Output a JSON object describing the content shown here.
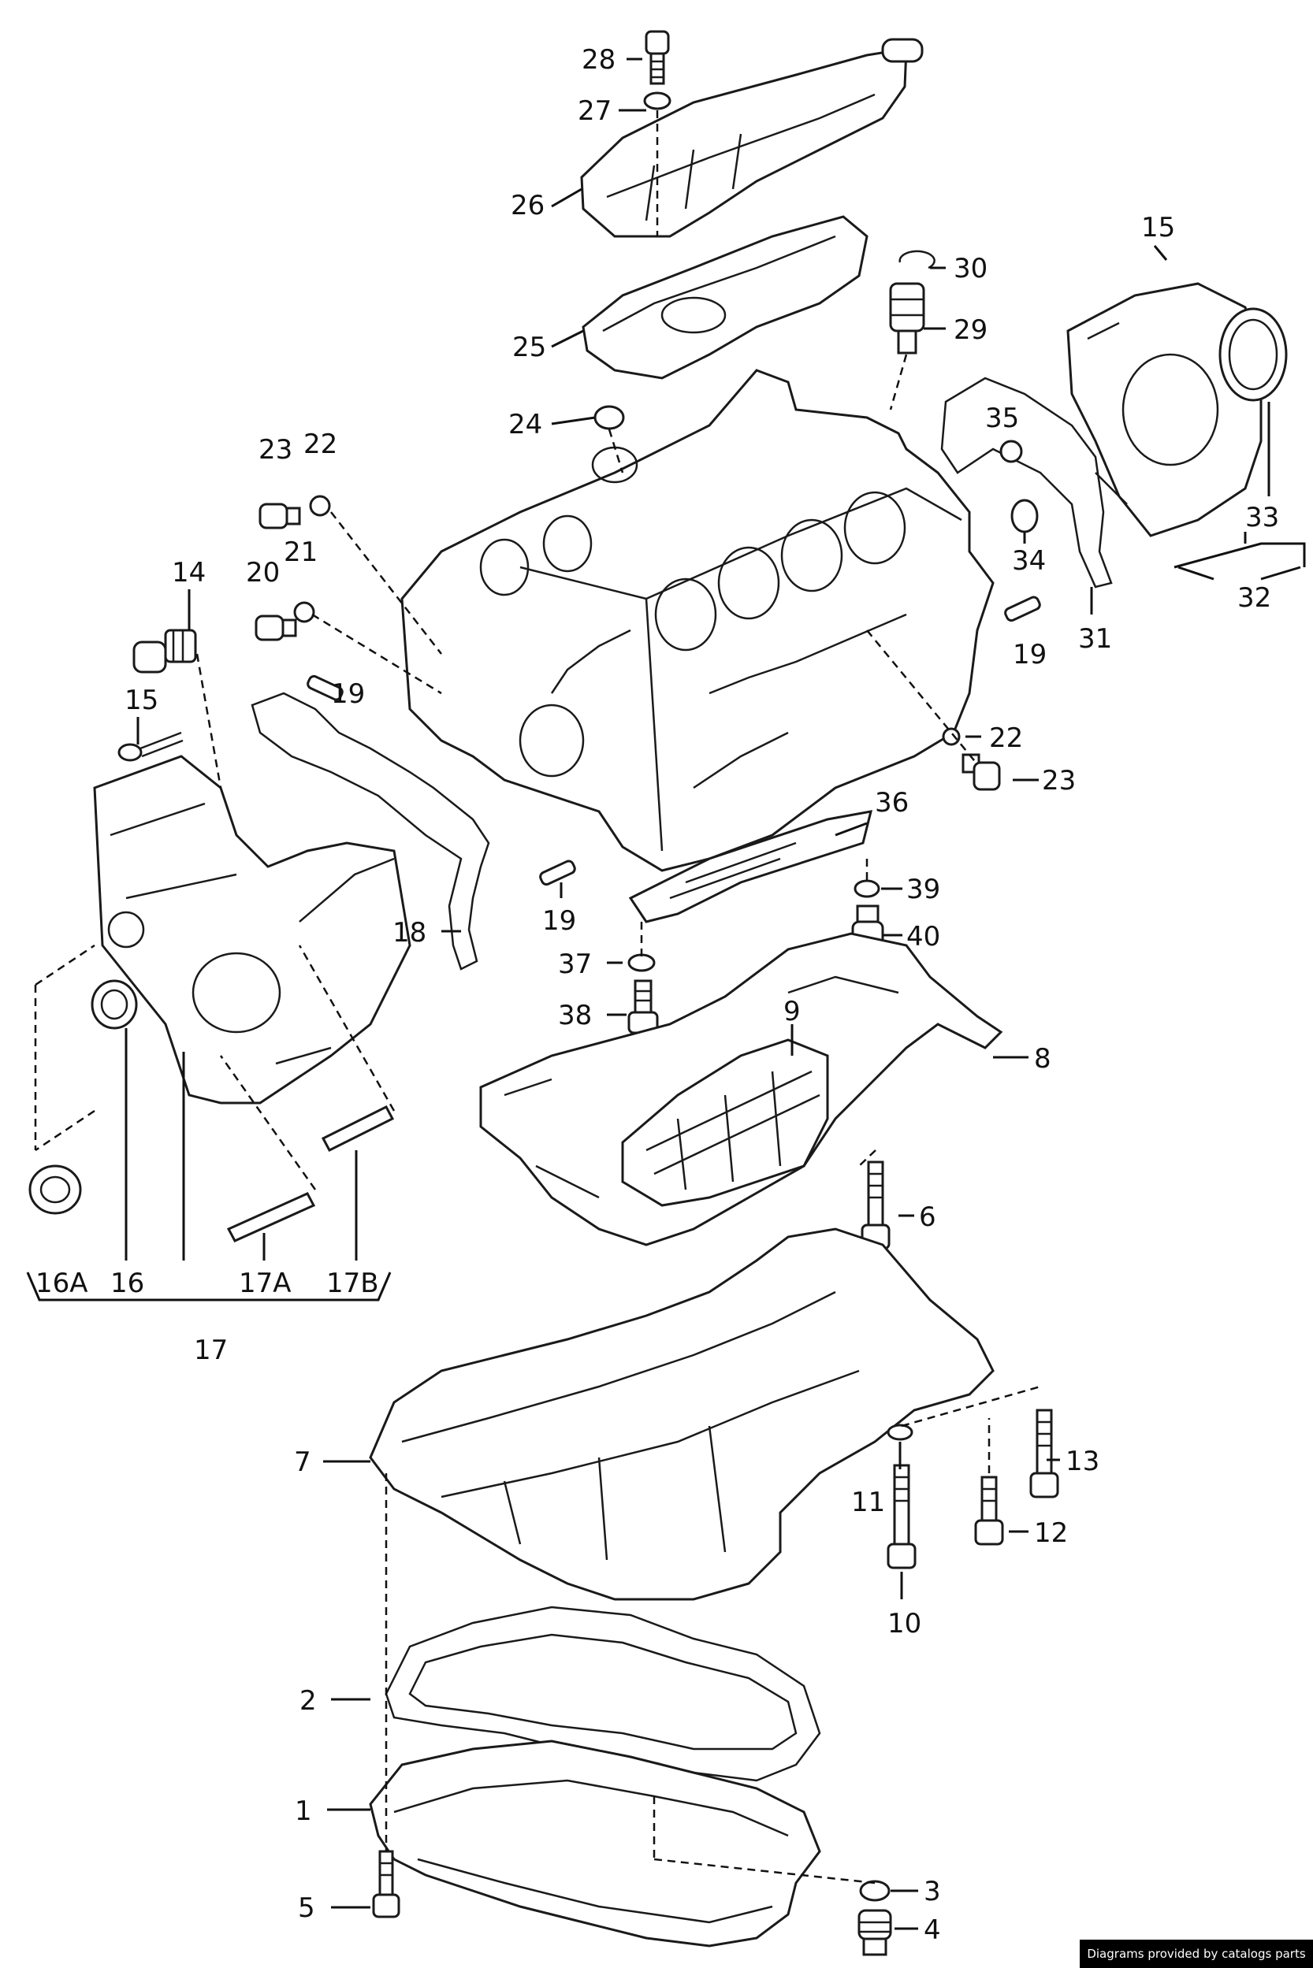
{
  "callouts": [
    {
      "id": "c28",
      "text": "28"
    },
    {
      "id": "c27",
      "text": "27"
    },
    {
      "id": "c26",
      "text": "26"
    },
    {
      "id": "c30",
      "text": "30"
    },
    {
      "id": "c29",
      "text": "29"
    },
    {
      "id": "c25",
      "text": "25"
    },
    {
      "id": "c15a",
      "text": "15"
    },
    {
      "id": "c24",
      "text": "24"
    },
    {
      "id": "c35",
      "text": "35"
    },
    {
      "id": "c23a",
      "text": "23"
    },
    {
      "id": "c22a",
      "text": "22"
    },
    {
      "id": "c33",
      "text": "33"
    },
    {
      "id": "c21",
      "text": "21"
    },
    {
      "id": "c34",
      "text": "34"
    },
    {
      "id": "c32",
      "text": "32"
    },
    {
      "id": "c20",
      "text": "20"
    },
    {
      "id": "c14",
      "text": "14"
    },
    {
      "id": "c19a",
      "text": "19"
    },
    {
      "id": "c31",
      "text": "31"
    },
    {
      "id": "c19b",
      "text": "19"
    },
    {
      "id": "c15b",
      "text": "15"
    },
    {
      "id": "c22b",
      "text": "22"
    },
    {
      "id": "c23b",
      "text": "23"
    },
    {
      "id": "c36",
      "text": "36"
    },
    {
      "id": "c19c",
      "text": "19"
    },
    {
      "id": "c39",
      "text": "39"
    },
    {
      "id": "c18",
      "text": "18"
    },
    {
      "id": "c40",
      "text": "40"
    },
    {
      "id": "c37",
      "text": "37"
    },
    {
      "id": "c38",
      "text": "38"
    },
    {
      "id": "c9",
      "text": "9"
    },
    {
      "id": "c8",
      "text": "8"
    },
    {
      "id": "c6",
      "text": "6"
    },
    {
      "id": "c16A",
      "text": "16A"
    },
    {
      "id": "c16",
      "text": "16"
    },
    {
      "id": "c17A",
      "text": "17A"
    },
    {
      "id": "c17B",
      "text": "17B"
    },
    {
      "id": "c17",
      "text": "17"
    },
    {
      "id": "c7",
      "text": "7"
    },
    {
      "id": "c13",
      "text": "13"
    },
    {
      "id": "c11",
      "text": "11"
    },
    {
      "id": "c12",
      "text": "12"
    },
    {
      "id": "c10",
      "text": "10"
    },
    {
      "id": "c2",
      "text": "2"
    },
    {
      "id": "c1",
      "text": "1"
    },
    {
      "id": "c3",
      "text": "3"
    },
    {
      "id": "c5",
      "text": "5"
    },
    {
      "id": "c4",
      "text": "4"
    }
  ],
  "credit": "Diagrams provided by catalogs parts"
}
